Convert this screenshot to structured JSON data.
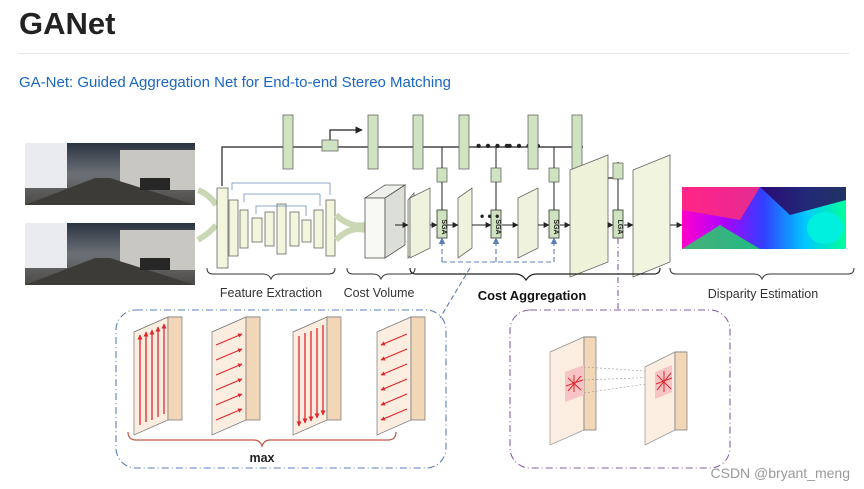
{
  "page": {
    "title": "GANet",
    "link_text": "GA-Net: Guided Aggregation Net for End-to-end Stereo Matching",
    "watermark": "CSDN @bryant_meng"
  },
  "figure": {
    "labels": {
      "feature_extraction": "Feature Extraction",
      "cost_volume": "Cost Volume",
      "cost_aggregation": "Cost Aggregation",
      "disparity_estimation": "Disparity Estimation",
      "max": "max"
    },
    "modules": {
      "sga": "SGA",
      "lga": "LGA"
    },
    "colors": {
      "guidance_block": "#cfe3c1",
      "feature_block": "#f3f6dd",
      "panel": "#fbeee0",
      "red_arrow": "#e0262b",
      "blue_dash": "#5a7fb8",
      "purple_dash": "#8a5fa8"
    }
  }
}
